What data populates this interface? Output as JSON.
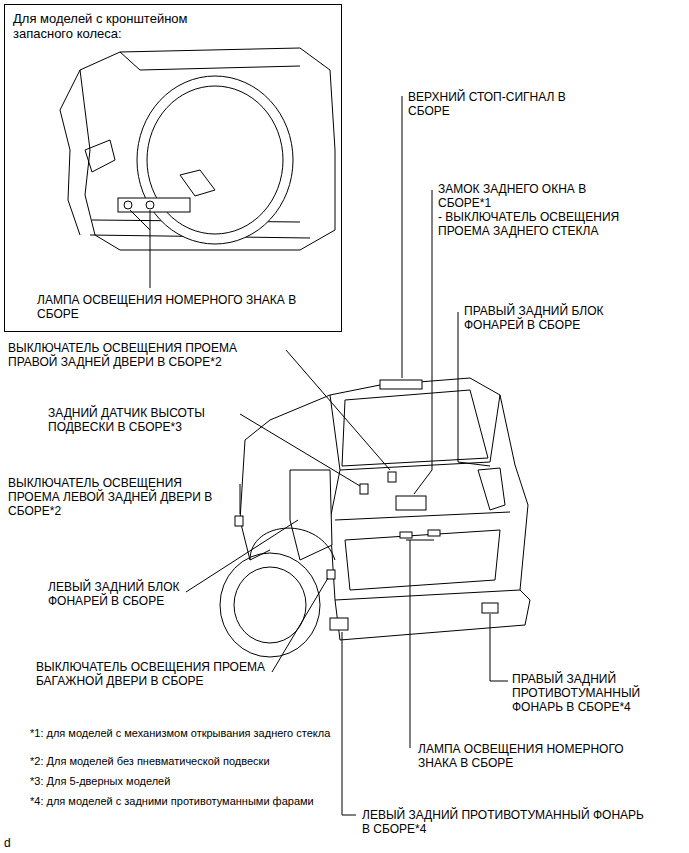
{
  "diagram": {
    "nodes": [
      {
        "text": [
          "Для моделей с кронштейном запасного колеса:",
          "ЛАМПА ОСВЕЩЕНИЯ НОМЕРНОГО ЗНАКА В СБОРЕ"
        ]
      }
    ],
    "labels": [
      "ВЕРХНИЙ СТОП-СИГНАЛ В СБОРЕ",
      "ЗАМОК ЗАДНЕГО ОКНА В СБОРЕ*1",
      "- ВЫКЛЮЧАТЕЛЬ ОСВЕЩЕНИЯ ПРОЕМА ЗАДНЕГО СТЕКЛА",
      "ПРАВЫЙ ЗАДНИЙ БЛОК ФОНАРЕЙ В СБОРЕ",
      "ВЫКЛЮЧАТЕЛЬ ОСВЕЩЕНИЯ ПРОЕМА ПРАВОЙ ЗАДНЕЙ ДВЕРИ В СБОРЕ*2",
      "ЗАДНИЙ ДАТЧИК ВЫСОТЫ ПОДВЕСКИ В СБОРЕ*3",
      "ВЫКЛЮЧАТЕЛЬ ОСВЕЩЕНИЯ ПРОЕМА ЛЕВОЙ ЗАДНЕЙ ДВЕРИ В СБОРЕ*2",
      "ЛЕВЫЙ ЗАДНИЙ БЛОК ФОНАРЕЙ В СБОРЕ",
      "ВЫКЛЮЧАТЕЛЬ ОСВЕЩЕНИЯ ПРОЕМА БАГАЖНОЙ ДВЕРИ В СБОРЕ",
      "*1: для моделей с механизмом открывания заднего стекла",
      "*2: Для моделей без пневматической подвески",
      "*3: Для 5-дверных моделей",
      "*4: для моделей с задними противотуманными фарами",
      "ПРАВЫЙ ЗАДНИЙ ПРОТИВОТУМАННЫЙ ФОНАРЬ В СБОРЕ*4",
      "ЛАМПА ОСВЕЩЕНИЯ НОМЕРНОГО ЗНАКА В СБОРЕ",
      "ЛЕВЫЙ ЗАДНИЙ ПРОТИВОТУМАННЫЙ ФОНАРЬ В СБОРЕ*4",
      "d"
    ]
  }
}
